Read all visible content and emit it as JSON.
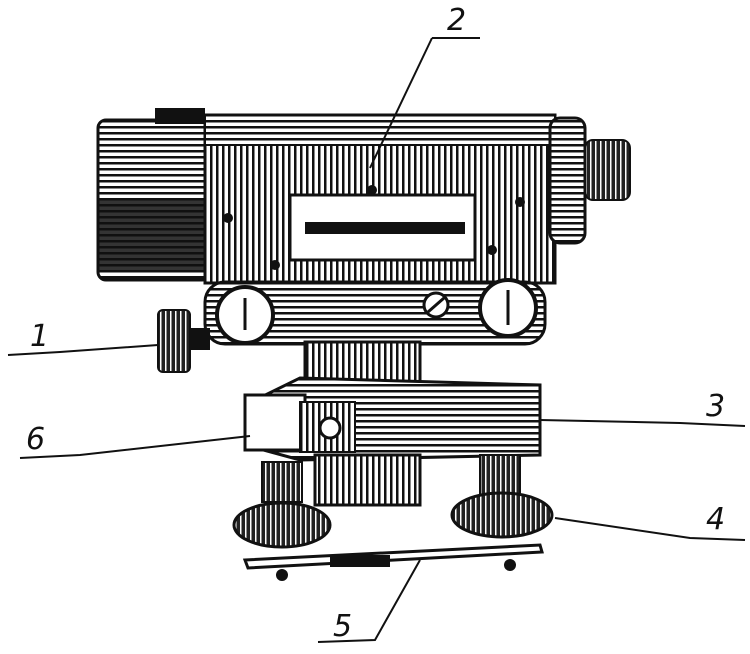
{
  "figure": {
    "labels": [
      {
        "id": "1",
        "text": "1"
      },
      {
        "id": "2",
        "text": "2"
      },
      {
        "id": "3",
        "text": "3"
      },
      {
        "id": "4",
        "text": "4"
      },
      {
        "id": "5",
        "text": "5"
      },
      {
        "id": "6",
        "text": "6"
      }
    ],
    "ink_color": "#111111",
    "paper_color": "#ffffff"
  }
}
